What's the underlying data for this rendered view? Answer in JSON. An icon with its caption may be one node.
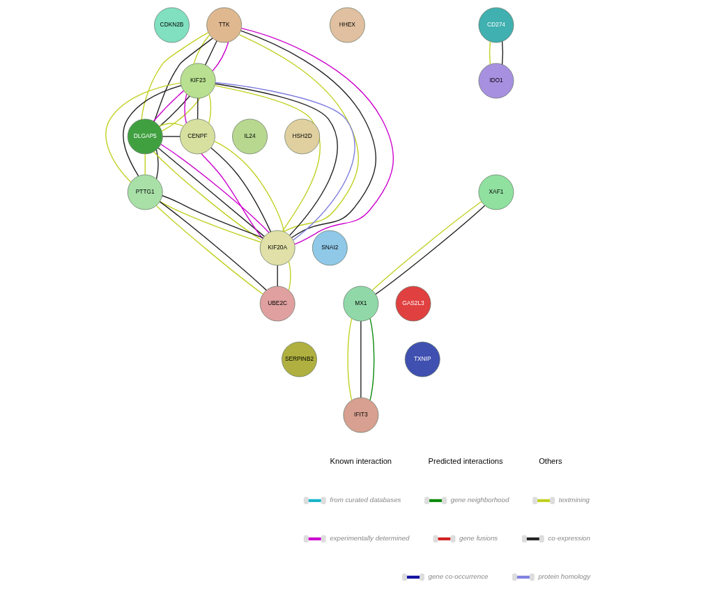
{
  "diagram": {
    "nodes": [
      {
        "text": [
          "CDKN2B"
        ]
      },
      {
        "text": [
          "TTK"
        ]
      },
      {
        "text": [
          "HHEX"
        ]
      },
      {
        "text": [
          "CD274"
        ]
      },
      {
        "text": [
          "KIF23"
        ]
      },
      {
        "text": [
          "IDO1"
        ]
      },
      {
        "text": [
          "DLGAP5"
        ]
      },
      {
        "text": [
          "CENPF"
        ]
      },
      {
        "text": [
          "IL24"
        ]
      },
      {
        "text": [
          "HSH2D"
        ]
      },
      {
        "text": [
          "PTTG1"
        ]
      },
      {
        "text": [
          "XAF1"
        ]
      },
      {
        "text": [
          "KIF20A"
        ]
      },
      {
        "text": [
          "SNAI2"
        ]
      },
      {
        "text": [
          "GAS2L3"
        ]
      },
      {
        "text": [
          "UBE2C"
        ]
      },
      {
        "text": [
          "MX1"
        ]
      },
      {
        "text": [
          "SERPINB2"
        ]
      },
      {
        "text": [
          "TXNIP"
        ]
      },
      {
        "text": [
          "IFIT3"
        ]
      }
    ],
    "edges": [
      {
        "from": 4,
        "to": 1,
        "arrow": "none",
        "color": "#c0d020"
      },
      {
        "from": 4,
        "to": 1,
        "arrow": "none",
        "color": "#222222"
      },
      {
        "from": 4,
        "to": 1,
        "arrow": "none",
        "color": "#cc00cc"
      },
      {
        "from": 1,
        "to": 6,
        "arrow": "none",
        "color": "#c0d020"
      },
      {
        "from": 1,
        "to": 6,
        "arrow": "none",
        "color": "#222222"
      },
      {
        "from": 1,
        "to": 12,
        "arrow": "none",
        "color": "#c0d020"
      },
      {
        "from": 1,
        "to": 12,
        "arrow": "none",
        "color": "#222222"
      },
      {
        "from": 1,
        "to": 12,
        "arrow": "none",
        "color": "#cc00cc"
      },
      {
        "from": 3,
        "to": 5,
        "arrow": "none",
        "color": "#c0d020"
      },
      {
        "from": 3,
        "to": 5,
        "arrow": "none",
        "color": "#222222"
      },
      {
        "from": 4,
        "to": 7,
        "arrow": "none",
        "color": "#cc00cc"
      },
      {
        "from": 4,
        "to": 7,
        "arrow": "none",
        "color": "#222222"
      },
      {
        "from": 4,
        "to": 7,
        "arrow": "none",
        "color": "#c0d020"
      },
      {
        "from": 4,
        "to": 6,
        "arrow": "none",
        "color": "#cc00cc"
      },
      {
        "from": 4,
        "to": 6,
        "arrow": "none",
        "color": "#222222"
      },
      {
        "from": 4,
        "to": 6,
        "arrow": "none",
        "color": "#c0d020"
      },
      {
        "from": 4,
        "to": 12,
        "arrow": "none",
        "color": "#c0d020"
      },
      {
        "from": 4,
        "to": 12,
        "arrow": "none",
        "color": "#222222"
      },
      {
        "from": 4,
        "to": 12,
        "arrow": "none",
        "color": "#8080e0"
      },
      {
        "from": 4,
        "to": 10,
        "arrow": "none",
        "color": "#c0d020"
      },
      {
        "from": 4,
        "to": 10,
        "arrow": "none",
        "color": "#222222"
      },
      {
        "from": 6,
        "to": 7,
        "arrow": "none",
        "color": "#222222"
      },
      {
        "from": 6,
        "to": 7,
        "arrow": "none",
        "color": "#c0d020"
      },
      {
        "from": 6,
        "to": 12,
        "arrow": "none",
        "color": "#c0d020"
      },
      {
        "from": 6,
        "to": 12,
        "arrow": "none",
        "color": "#222222"
      },
      {
        "from": 6,
        "to": 12,
        "arrow": "none",
        "color": "#cc00cc"
      },
      {
        "from": 6,
        "to": 10,
        "arrow": "none",
        "color": "#c0d020"
      },
      {
        "from": 6,
        "to": 10,
        "arrow": "none",
        "color": "#222222"
      },
      {
        "from": 7,
        "to": 12,
        "arrow": "none",
        "color": "#cc00cc"
      },
      {
        "from": 7,
        "to": 12,
        "arrow": "none",
        "color": "#222222"
      },
      {
        "from": 7,
        "to": 12,
        "arrow": "none",
        "color": "#c0d020"
      },
      {
        "from": 10,
        "to": 12,
        "arrow": "none",
        "color": "#c0d020"
      },
      {
        "from": 10,
        "to": 12,
        "arrow": "none",
        "color": "#222222"
      },
      {
        "from": 10,
        "to": 15,
        "arrow": "none",
        "color": "#c0d020"
      },
      {
        "from": 10,
        "to": 15,
        "arrow": "none",
        "color": "#222222"
      },
      {
        "from": 12,
        "to": 15,
        "arrow": "none",
        "color": "#222222"
      },
      {
        "from": 12,
        "to": 15,
        "arrow": "none",
        "color": "#c0d020"
      },
      {
        "from": 11,
        "to": 16,
        "arrow": "none",
        "color": "#c0d020"
      },
      {
        "from": 11,
        "to": 16,
        "arrow": "none",
        "color": "#222222"
      },
      {
        "from": 16,
        "to": 19,
        "arrow": "none",
        "color": "#c0d020"
      },
      {
        "from": 16,
        "to": 19,
        "arrow": "none",
        "color": "#222222"
      },
      {
        "from": 16,
        "to": 19,
        "arrow": "none",
        "color": "#0a8a0a"
      }
    ],
    "labels": [
      "Known interaction",
      "Predicted interactions",
      "Others"
    ],
    "legend": [
      {
        "text": "from curated databases",
        "color": "#18b4c8"
      },
      {
        "text": "experimentally determined",
        "color": "#cc00cc"
      },
      {
        "text": "gene neighborhood",
        "color": "#0a8a0a"
      },
      {
        "text": "gene fusions",
        "color": "#d02020"
      },
      {
        "text": "gene co-occurrence",
        "color": "#1010a0"
      },
      {
        "text": "textmining",
        "color": "#c0d020"
      },
      {
        "text": "co-expression",
        "color": "#222222"
      },
      {
        "text": "protein homology",
        "color": "#8080e0"
      }
    ]
  }
}
